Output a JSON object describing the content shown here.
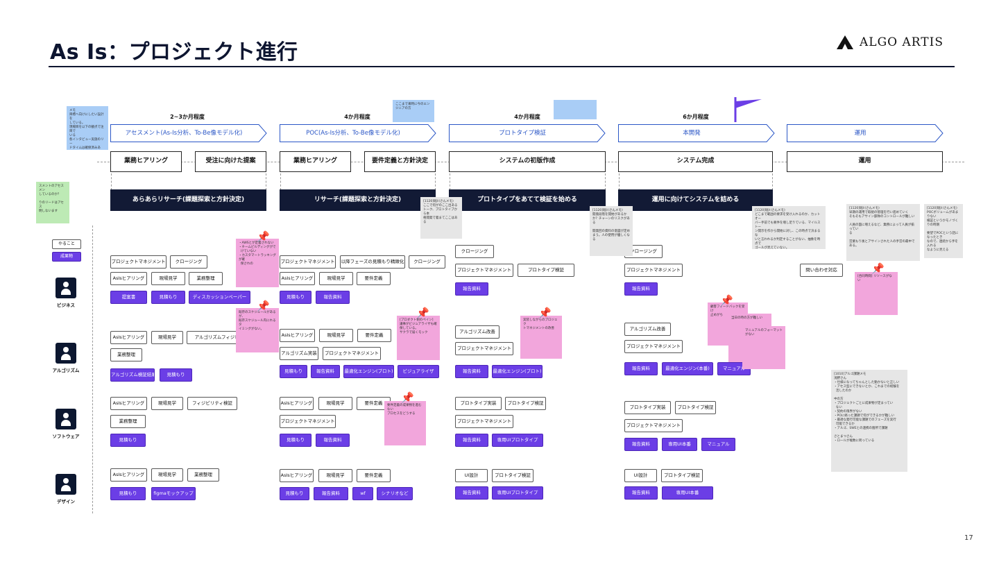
{
  "title": "As Is：プロジェクト進行",
  "logo": {
    "text": "ALGO ARTIS",
    "icon": "algo-artis-mark"
  },
  "page_number": "17",
  "legend": {
    "todo": "やること",
    "deliverable": "成果物"
  },
  "phases": [
    {
      "duration": "2~3か月程度",
      "label": "アセスメント(As-Is分析、To-Be像モデル化)",
      "headers": [
        "業務ヒアリング",
        "受注に向けた提案"
      ],
      "bar": "あらあらリサーチ(課題探索と方針決定)"
    },
    {
      "duration": "4か月程度",
      "label": "POC(As-Is分析、To-Be像モデル化)",
      "headers": [
        "業務ヒアリング",
        "要件定義と方針決定"
      ],
      "bar": "リサーチ(課題探索と方針決定)"
    },
    {
      "duration": "4か月程度",
      "label": "プロトタイプ検証",
      "headers": [
        "システムの初版作成"
      ],
      "bar": "プロトタイプをあてて検証を始める"
    },
    {
      "duration": "6か月程度",
      "label": "本開発",
      "headers": [
        "システム完成"
      ],
      "bar": "運用に向けてシステムを詰める"
    },
    {
      "duration": "",
      "label": "運用",
      "headers": [
        "運用"
      ],
      "bar": ""
    }
  ],
  "roles": [
    "ビジネス",
    "アルゴリズム",
    "ソフトウェア",
    "デザイン"
  ],
  "tags": {
    "p1_biz": [
      "プロジェクトマネジメント",
      "クロージング",
      "AsIsヒアリング",
      "現場見学",
      "業務整理"
    ],
    "p1_biz_out": [
      "提案書",
      "見積もり",
      "ディスカッションペーパー"
    ],
    "p1_algo": [
      "AsIsヒアリング",
      "現場見学",
      "アルゴリズムフィジビリ",
      "業務整理"
    ],
    "p1_algo_out": [
      "アルゴリズム検証結果",
      "見積もり"
    ],
    "p1_sw": [
      "AsIsヒアリング",
      "現場見学",
      "フィジビリティ検証",
      "業務整理"
    ],
    "p1_sw_out": [
      "見積もり"
    ],
    "p1_des": [
      "AsIsヒアリング",
      "現場見学",
      "業務整理"
    ],
    "p1_des_out": [
      "見積もり",
      "figmaモックアップ"
    ],
    "p2_biz": [
      "プロジェクトマネジメント",
      "以降フェーズの見積もり精緻化",
      "クロージング",
      "AsIsヒアリング",
      "現場見学",
      "要件定義"
    ],
    "p2_biz_out": [
      "見積もり",
      "報告資料"
    ],
    "p2_algo": [
      "AsIsヒアリング",
      "現場見学",
      "要件定義",
      "アルゴリズム実装",
      "プロジェクトマネジメント"
    ],
    "p2_algo_out": [
      "見積もり",
      "報告資料",
      "最適化エンジン(プロト)",
      "ビジュアライザ"
    ],
    "p2_sw": [
      "AsIsヒアリング",
      "現場見学",
      "要件定義",
      "プロジェクトマネジメント"
    ],
    "p2_sw_out": [
      "見積もり",
      "報告資料"
    ],
    "p2_des": [
      "AsIsヒアリング",
      "現場見学",
      "要件定義"
    ],
    "p2_des_out": [
      "見積もり",
      "報告資料",
      "wf",
      "シナリオなど"
    ],
    "p3_biz": [
      "クロージング",
      "プロジェクトマネジメント",
      "プロトタイプ検証"
    ],
    "p3_biz_out": [
      "報告資料"
    ],
    "p3_algo": [
      "アルゴリズム改善",
      "プロジェクトマネジメント"
    ],
    "p3_algo_out": [
      "報告資料",
      "最適化エンジン(プロト)"
    ],
    "p3_sw": [
      "プロトタイプ実装",
      "プロトタイプ検証",
      "プロジェクトマネジメント"
    ],
    "p3_sw_out": [
      "報告資料",
      "専用UIプロトタイプ"
    ],
    "p3_des": [
      "UI設計",
      "プロトタイプ検証"
    ],
    "p3_des_out": [
      "報告資料",
      "専用UIプロトタイプ"
    ],
    "p4_biz": [
      "クロージング",
      "プロジェクトマネジメント"
    ],
    "p4_biz_out": [
      "報告資料"
    ],
    "p4_algo": [
      "アルゴリズム改善",
      "プロジェクトマネジメント"
    ],
    "p4_algo_out": [
      "報告資料",
      "最適化エンジン(本番)",
      "マニュアル"
    ],
    "p4_sw": [
      "プロトタイプ実装",
      "プロトタイプ検証",
      "プロジェクトマネジメント"
    ],
    "p4_sw_out": [
      "報告資料",
      "専用UI本番",
      "マニュアル"
    ],
    "p4_des": [
      "UI設計",
      "プロトタイプ検証"
    ],
    "p4_des_out": [
      "報告資料",
      "専用UI本番"
    ],
    "p5_biz": [
      "問い合わせ対応"
    ]
  },
  "stickies": {
    "s_blue_left": "メモ\n目標へ向けにしたい設計を\nしている。\n現場目を以下の観点で注目で\nいる\n各インタビュー実施のリー\nドタイムは確保済みある。",
    "s_green_left": "スメントのアセスメン\nしているのか？\n\nりのリードはアセス\n明しないます",
    "s_blue_top": "ここまで来時に今のエン\nジニアの方",
    "s_gray_poc": "[1120]堀川さんメモ)\nここで何がのここ出ある\nトーク、プロトタイプから本\n格開発で着まてここはある",
    "s_gray_p3": "[1120]堀川さんメモ)\n開発段階を開始があるか\nか？チャーンのリスクがあ\nる\n\n開発回の資料の意図が定め\nまう。人の使用が優しくな\nる",
    "s_gray_p4": "[1120]堀川さんメモ)\nどこまで範囲の要求を受け入れるのか、カットオー\nバー手前でも要件を増し足りている、マイルストー\nン開示を作から開始に対し、この時点で決まるな\nいと言われるか判定することがない、抽象を時点で\nゴールが見えていない。",
    "s_gray_ops1": "[1120]堀川さんメモ)\n早期の運用で取組の管理を行い進めていく\nそもそもアサイン部隊のコントロールが難しい\n\n人員の面に増えるなど、業務によって人員が揃ってい\nる\n\n営業もり後とアサインされた人の手営の最中である。",
    "s_gray_ops2": "[1120]堀川さんメモ)\nPOCボリュームがあまりない\n検証というかモノづくりの時期\n\n要望でPOCという話になったとき\nなので、連続から手を入れる\nなように見える",
    "s_gray_bottom": "[1010]アルゴ課題メモ\n浅野さん\n・仕様になってちゃんとした動かないと正しい\n・アセス型にできないとか、これまでの経験を\n  活したのか\n\n中の方\n・プロジェクトごとに成果物が定まってい\n  ない\n・契約の限界がない\n・POに絡った課題で何ができるかが難しい\n・最適な発行可能な課題でのフェーズを実行\n  可能できるか\n・アルゴ、SWEとの連携の箇所で課題\n\nさとまつさん\n・ロールが複数に跨っている",
    "s_pink_1": "・AWSとが定着されない\n・チームビルディングがで\n  けていない\n・カスタマートラッキングが確\n  保されの",
    "s_pink_2": "既存のスケジュールがあるが、\n既存スケジュール内にれるタ\nイミングがない。",
    "s_pink_3": "[プロダクト側のペイン]\n議事がビジュアライザも確\n保している。\nサクラで届くモック",
    "s_pink_4": "要件定義の成果物を進むない\nプロセスをどうする",
    "s_pink_5": "実装しながらのプロジェク\nトマネジメントの改善",
    "s_pink_6": "顧客フィードバックを受け\n止めがち",
    "s_pink_7": "当日の時の方が難しい",
    "s_pink_8": "マニュアルのフォーマット\nがない",
    "s_pink_9": "[合同時間] リソースがない"
  },
  "colors": {
    "navy": "#121a35",
    "purple": "#6b3ee6",
    "phase_text": "#2a56c6",
    "pink_sticky": "#f2a6dc",
    "gray_sticky": "#e6e6e6"
  }
}
